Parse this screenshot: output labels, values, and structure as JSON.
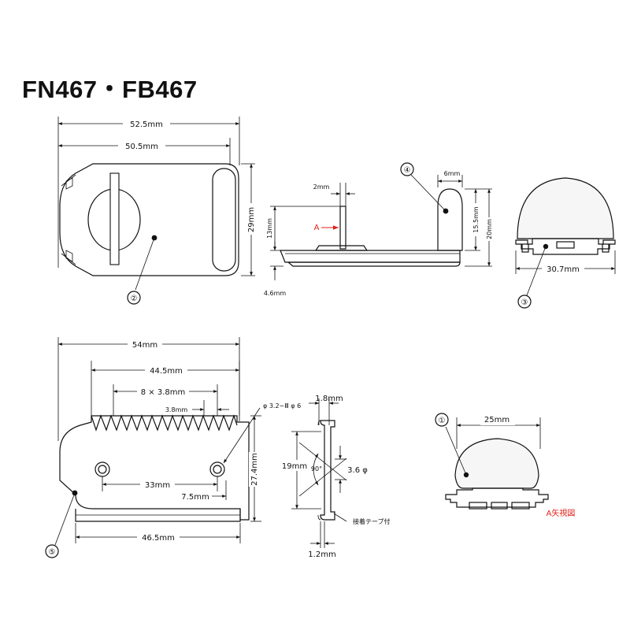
{
  "title": "FN467・FB467",
  "top_view": {
    "width_outer": "52.5mm",
    "width_inner": "50.5mm",
    "height": "29mm",
    "callout": "②"
  },
  "side_view": {
    "thickness": "2mm",
    "height": "13mm",
    "base": "4.6mm",
    "arrow_label": "A",
    "knob_width": "6mm",
    "knob_height": "15.5mm",
    "total_height": "20mm",
    "callout": "④"
  },
  "end_view": {
    "width": "30.7mm",
    "callout": "③"
  },
  "plate_view": {
    "width_total": "54mm",
    "width_teeth": "44.5mm",
    "pitch": "8 × 3.8mm",
    "pitch_small": "3.8mm",
    "hole_spec": "φ 3.2−Ⅲ φ 6",
    "hole_spacing": "33mm",
    "hole_offset": "7.5mm",
    "height": "27.4mm",
    "width_bottom": "46.5mm",
    "callout": "⑤"
  },
  "plate_side": {
    "thickness_top": "1.8mm",
    "height": "19mm",
    "angle": "90°",
    "hole_dia": "3.6 φ",
    "tape_note": "接着テープ付",
    "thickness_bottom": "1.2mm"
  },
  "a_view": {
    "width": "25mm",
    "callout": "①",
    "label": "A矢視図"
  }
}
